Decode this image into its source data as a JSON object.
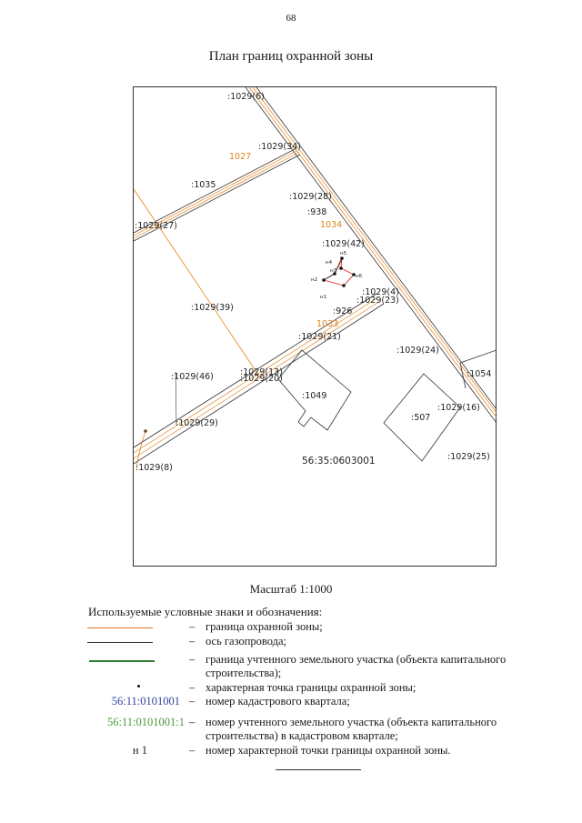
{
  "page_number": "68",
  "title": "План границ охранной зоны",
  "map": {
    "labels": {
      "l1029_6": ":1029(6)",
      "l1029_34": ":1029(34)",
      "l1035": ":1035",
      "l1029_28": ":1029(28)",
      "l938": ":938",
      "l1029_27": ":1029(27)",
      "l1029_42": ":1029(42)",
      "l1029_39": ":1029(39)",
      "l1029_4": ":1029(4)",
      "l1029_23": ":1029(23)",
      "l926": ":926",
      "l1029_21": ":1029(21)",
      "l1029_24": ":1029(24)",
      "l1029_46": ":1029(46)",
      "l1029_13": ":1029(13)",
      "l1029_20": ":1029(20)",
      "l1049": ":1049",
      "l1054": ":1054",
      "l507": ":507",
      "l1029_16": ":1029(16)",
      "l1029_29": ":1029(29)",
      "l1029_8": ":1029(8)",
      "l1029_25": ":1029(25)",
      "quarter": "56:35:0603001"
    },
    "orange_labels": {
      "o1": "1027",
      "o2": "1034",
      "o3": "1033"
    },
    "points": {
      "n1": "н1",
      "n2": "н2",
      "n3": "н3",
      "n4": "н4",
      "n5": "н5",
      "n6": "н6"
    }
  },
  "scale": "Масштаб 1:1000",
  "legend": {
    "title": "Используемые условные знаки и обозначения:",
    "colors": {
      "zone_boundary": "#e0701f",
      "gas_axis": "#333333",
      "parcel_boundary": "#2e7d32",
      "quarter_number": "#2f3f9e",
      "parcel_number": "#4a9a3a"
    },
    "items": [
      {
        "symbol": "",
        "desc": "граница охранной зоны;"
      },
      {
        "symbol": "",
        "desc": "ось газопровода;"
      },
      {
        "symbol": "",
        "desc": "граница учтенного земельного участка (объекта капитального строительства);"
      },
      {
        "symbol": "",
        "desc": "характерная точка границы охранной зоны;"
      },
      {
        "symbol": "56:11:0101001",
        "desc": "номер кадастрового квартала;"
      },
      {
        "symbol": "56:11:0101001:1",
        "desc": "номер учтенного земельного участка (объекта капитального строительства) в кадастровом квартале;"
      },
      {
        "symbol": "н 1",
        "desc": "номер характерной точки границы охранной зоны."
      }
    ],
    "dash": "–"
  }
}
